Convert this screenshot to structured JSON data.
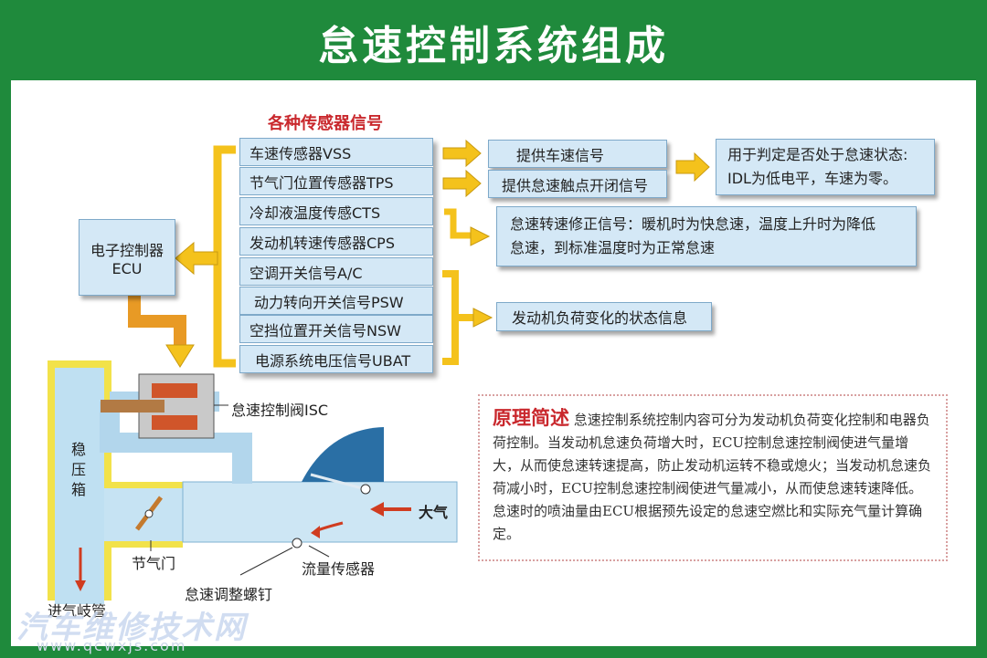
{
  "title": "怠速控制系统组成",
  "sensor_group_title": "各种传感器信号",
  "sensors": [
    "车速传感器VSS",
    "节气门位置传感器TPS",
    "冷却液温度传感CTS",
    "发动机转速传感器CPS",
    "空调开关信号A/C",
    "动力转向开关信号PSW",
    "空挡位置开关信号NSW",
    "电源系统电压信号UBAT"
  ],
  "ecu": {
    "line1": "电子控制器",
    "line2": "ECU"
  },
  "signals": {
    "speed": "提供车速信号",
    "idle_contact": "提供怠速触点开闭信号",
    "judge_line1": "用于判定是否处于怠速状态:",
    "judge_line2": "IDL为低电平，车速为零。",
    "correction_line1": "怠速转速修正信号：暖机时为快怠速，温度上升时为降低",
    "correction_line2": "怠速，到标准温度时为正常怠速",
    "load": "发动机负荷变化的状态信息"
  },
  "parts": {
    "isc": "怠速控制阀ISC",
    "surge_tank": "稳\n压\n箱",
    "throttle": "节气门",
    "atmosphere": "大气",
    "flow_sensor": "流量传感器",
    "adjust_screw": "怠速调整螺钉",
    "intake_manifold": "进气岐管"
  },
  "summary": {
    "title": "原理简述",
    "text": "怠速控制系统控制内容可分为发动机负荷变化控制和电器负荷控制。当发动机怠速负荷增大时，ECU控制怠速控制阀使进气量增大，从而使怠速转速提高，防止发动机运转不稳或熄火；当发动机怠速负荷减小时，ECU控制怠速控制阀使进气量减小，从而使怠速转速降低。怠速时的喷油量由ECU根据预先设定的怠速空燃比和实际充气量计算确定。"
  },
  "watermark": {
    "name": "汽车维修技术网",
    "url": "www.qcwxjs.com"
  },
  "colors": {
    "frame": "#1f8a3c",
    "box": "#d4e8f6",
    "arrow": "#f4c21c",
    "accent_red": "#c9282d",
    "housing": "#f3e34a"
  }
}
